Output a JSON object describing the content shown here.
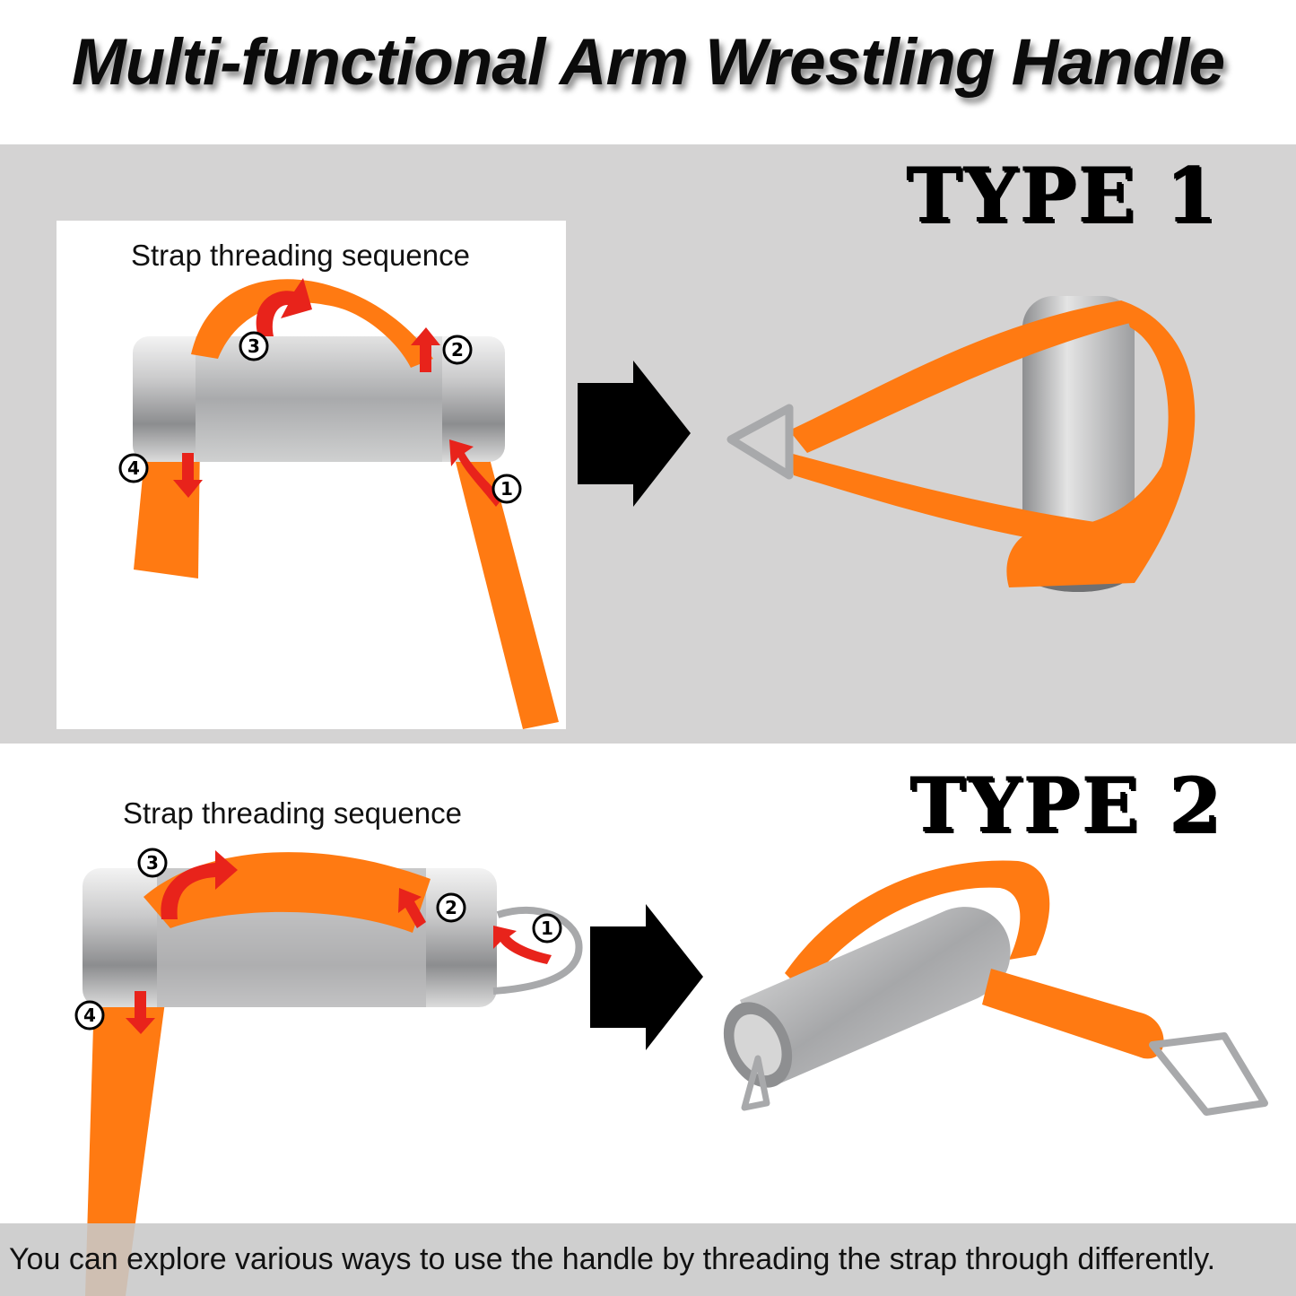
{
  "header": {
    "title": "Multi-functional Arm Wrestling Handle"
  },
  "type1": {
    "label": "TYPE 1",
    "caption": "Strap threading sequence",
    "steps": [
      "1",
      "2",
      "3",
      "4"
    ]
  },
  "type2": {
    "label": "TYPE 2",
    "caption": "Strap threading sequence",
    "steps": [
      "1",
      "2",
      "3",
      "4"
    ]
  },
  "footer": {
    "text": "You can explore various ways to use the handle by threading the strap through differently."
  },
  "colors": {
    "strap": "#ff7a12",
    "arrow_red": "#e8231b",
    "band_grey": "#d4d3d3",
    "metal": "#b9babb"
  },
  "icons": [
    "right-arrow-icon",
    "handle-illustration",
    "carabiner-icon",
    "step-number-badge"
  ]
}
